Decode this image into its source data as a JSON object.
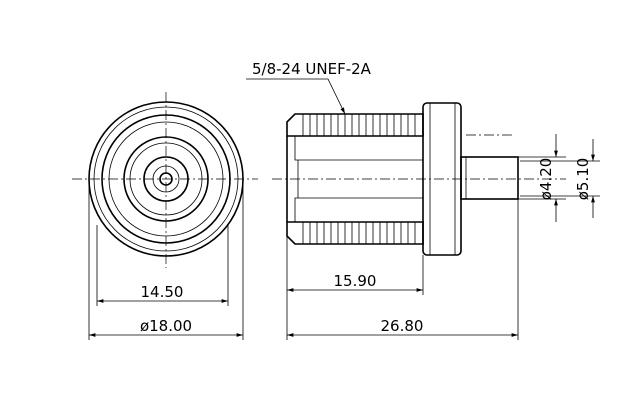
{
  "drawing": {
    "thread_callout": "5/8-24 UNEF-2A",
    "dimensions": {
      "inner_width": "14.50",
      "outer_diameter": "ø18.00",
      "thread_length": "15.90",
      "total_length": "26.80",
      "cable_inner_diameter": "ø4.20",
      "cable_outer_diameter": "ø5.10"
    }
  }
}
